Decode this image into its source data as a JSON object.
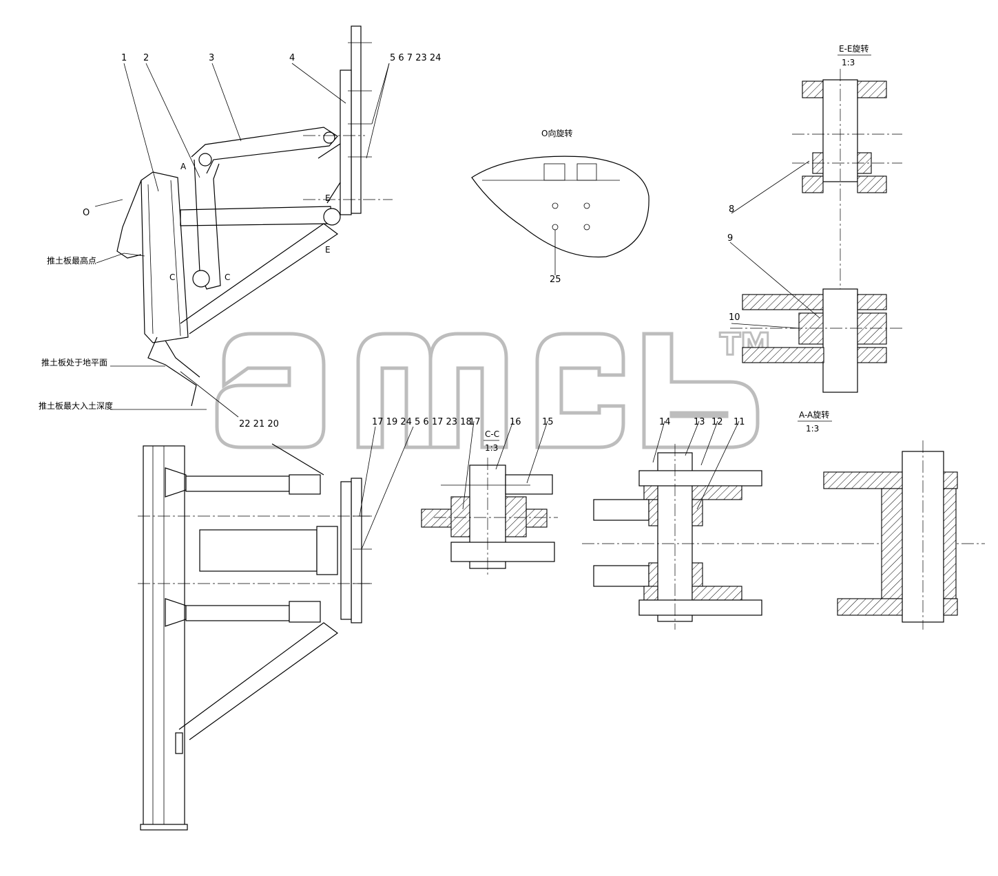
{
  "view_labels": {
    "ee_title": "E-E旋转",
    "ee_scale": "1:3",
    "o_view": "O向旋转",
    "cc_title": "C-C",
    "cc_scale": "1:3",
    "aa_title": "A-A旋转",
    "aa_scale": "1:3"
  },
  "annotations": {
    "highest_point": "推土板最高点",
    "ground_level": "推土板处于地平面",
    "max_depth": "推土板最大入土深度"
  },
  "section_marks": {
    "a": "A",
    "c_left": "C",
    "c_right": "C",
    "e_top": "E",
    "e_bottom": "E",
    "o": "O"
  },
  "callouts": {
    "top_left": [
      "1",
      "2",
      "3",
      "4"
    ],
    "top_group": "5 6 7 23 24",
    "e_view": [
      "8",
      "9",
      "10"
    ],
    "o_view_hole": "25",
    "bottom_left_low": "22 21 20",
    "bottom_group": "17 19 24 5 6 17 23 18",
    "cc_view": [
      "17",
      "16",
      "15"
    ],
    "center_view": [
      "14",
      "13",
      "12",
      "11"
    ]
  },
  "watermark": {
    "trademark": "TM"
  }
}
